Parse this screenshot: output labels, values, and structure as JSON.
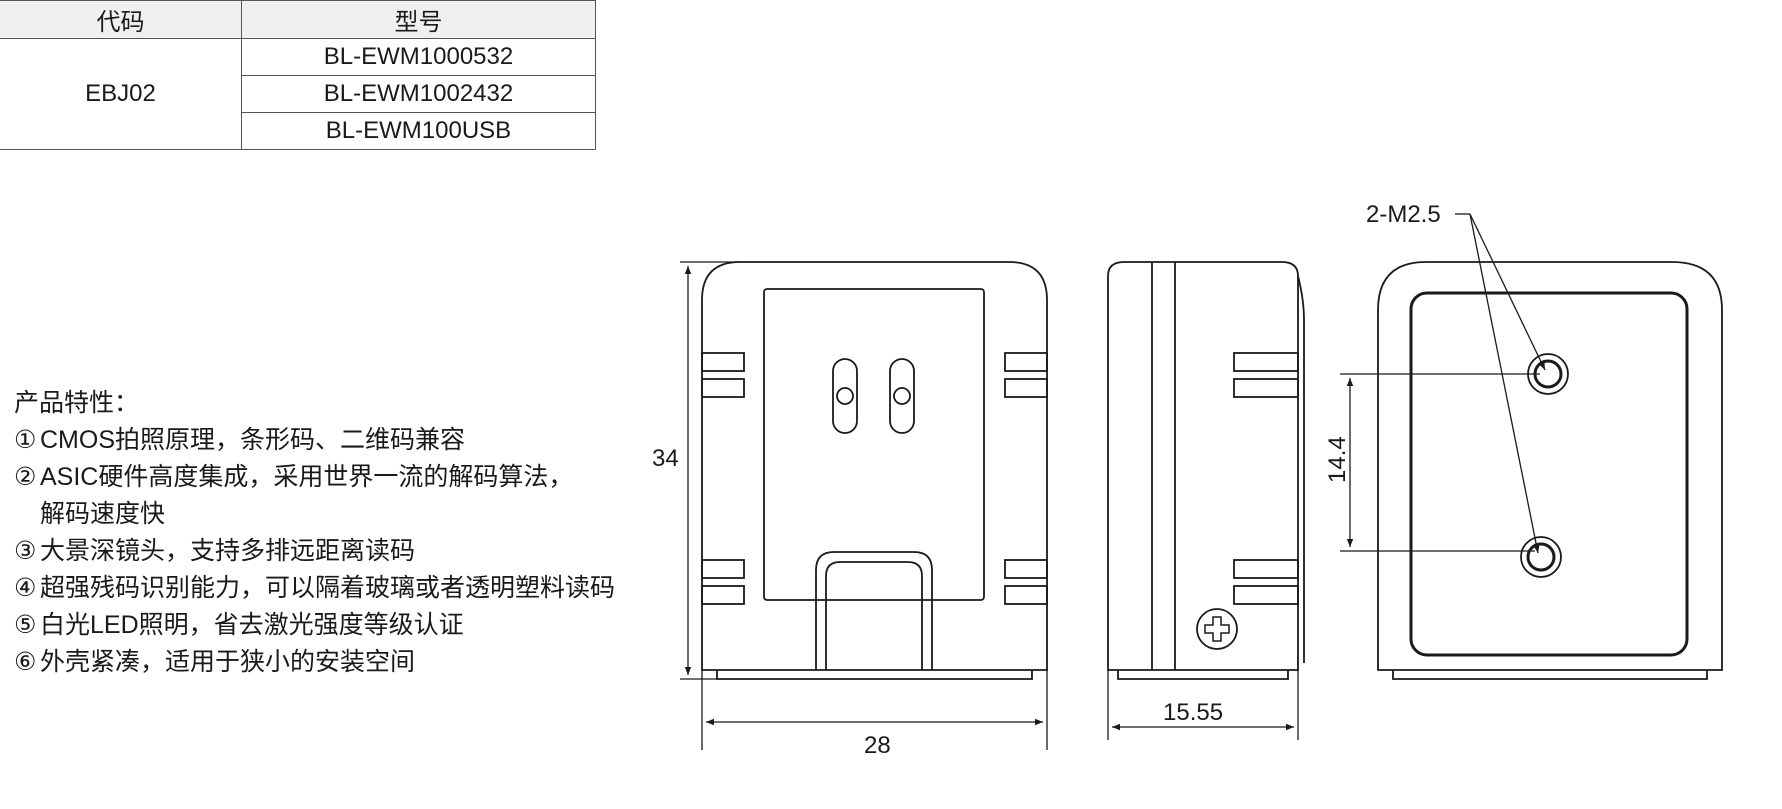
{
  "table": {
    "headers": [
      "代码",
      "型号"
    ],
    "code": "EBJ02",
    "models": [
      "BL-EWM1000532",
      "BL-EWM1002432",
      "BL-EWM100USB"
    ]
  },
  "features": {
    "title": "产品特性：",
    "items": [
      {
        "num": "①",
        "text": "CMOS拍照原理，条形码、二维码兼容"
      },
      {
        "num": "②",
        "text": "ASIC硬件高度集成，采用世界一流的解码算法，"
      },
      {
        "num": "",
        "text": "解码速度快"
      },
      {
        "num": "③",
        "text": "大景深镜头，支持多排远距离读码"
      },
      {
        "num": "④",
        "text": "超强残码识别能力，可以隔着玻璃或者透明塑料读码"
      },
      {
        "num": "⑤",
        "text": "白光LED照明，省去激光强度等级认证"
      },
      {
        "num": "⑥",
        "text": "外壳紧凑，适用于狭小的安装空间"
      }
    ]
  },
  "dimensions": {
    "front_height": "34",
    "front_width": "28",
    "side_depth": "15.55",
    "hole_spacing": "14.4",
    "hole_callout": "2-M2.5"
  },
  "colors": {
    "line": "#1a1a1a",
    "border": "#555555",
    "header_bg": "#f0f0f0"
  }
}
